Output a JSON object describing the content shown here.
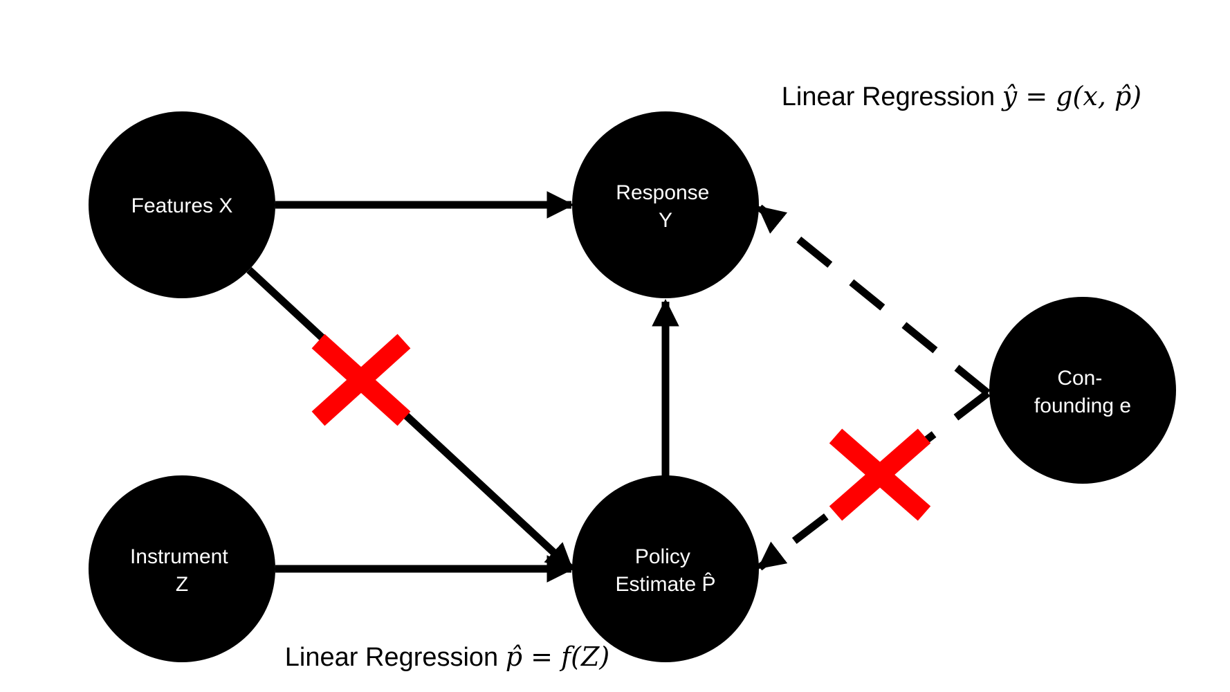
{
  "nodes": {
    "features": {
      "line1": "Features X",
      "line2": ""
    },
    "response": {
      "line1": "Response",
      "line2": "Y"
    },
    "instrument": {
      "line1": "Instrument",
      "line2": "Z"
    },
    "policy": {
      "line1": "Policy",
      "line2": "Estimate P̂"
    },
    "confounding": {
      "line1": "Con-",
      "line2": "founding e"
    }
  },
  "captions": {
    "top": {
      "prefix": "Linear Regression ",
      "lhs": "ŷ",
      "eq": " = ",
      "rhs": "g(x, p̂)"
    },
    "bottom": {
      "prefix": "Linear Regression ",
      "lhs": "p̂",
      "eq": " = ",
      "rhs": "f(Z)"
    }
  },
  "edges": [
    {
      "from": "features",
      "to": "response",
      "style": "solid",
      "blocked": false
    },
    {
      "from": "features",
      "to": "policy",
      "style": "solid",
      "blocked": true
    },
    {
      "from": "instrument",
      "to": "policy",
      "style": "solid",
      "blocked": false
    },
    {
      "from": "policy",
      "to": "response",
      "style": "solid",
      "blocked": false
    },
    {
      "from": "confounding",
      "to": "response",
      "style": "dashed",
      "blocked": false
    },
    {
      "from": "confounding",
      "to": "policy",
      "style": "dashed",
      "blocked": true
    }
  ],
  "colors": {
    "node": "#000000",
    "node_text": "#ffffff",
    "edge": "#000000",
    "block_mark": "#ff0000"
  }
}
